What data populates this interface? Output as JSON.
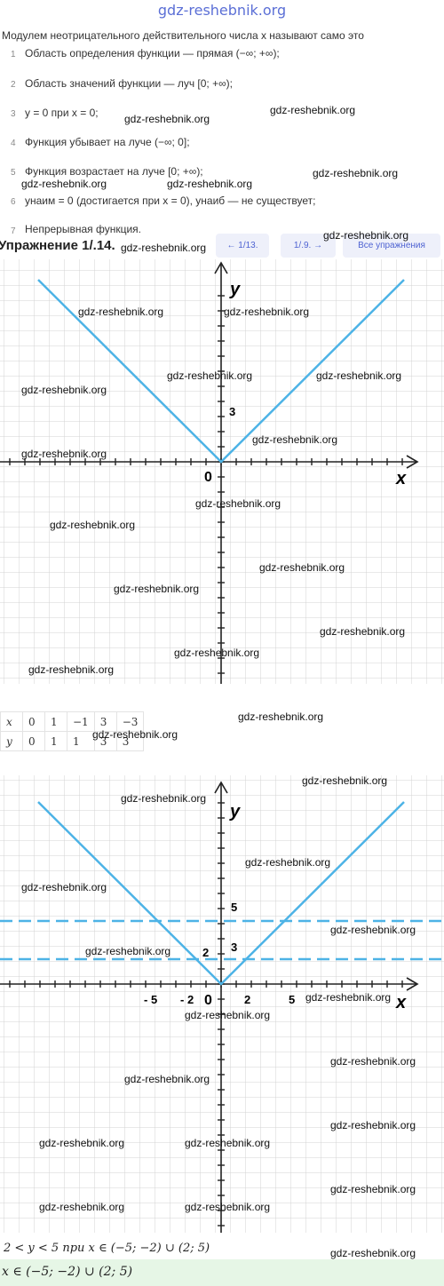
{
  "site": "gdz-reshebnik.org",
  "intro_text": "Модулем неотрицательного действительного числа x называют само это",
  "properties": [
    {
      "num": "1",
      "text": "Область определения функции — прямая (−∞; +∞);"
    },
    {
      "num": "2",
      "text": "Область значений функции — луч [0; +∞);"
    },
    {
      "num": "3",
      "text": "y = 0 при x = 0;"
    },
    {
      "num": "4",
      "text": "Функция убывает на луче (−∞; 0];"
    },
    {
      "num": "5",
      "text": "Функция возрастает на луче [0; +∞);"
    },
    {
      "num": "6",
      "text": "yнаим = 0 (достигается при x = 0), yнаиб — не существует;"
    },
    {
      "num": "7",
      "text": "Непрерывная функция."
    }
  ],
  "exercise": {
    "title": "Упражнение 1/.14.",
    "prev_button": "←  1/13.",
    "next_button": "1/.9.  →",
    "all_button": "Все упражнения"
  },
  "graph1": {
    "x_label": "x",
    "y_label": "y",
    "origin": "0",
    "tick_label": "3",
    "line_color": "#4db3e6"
  },
  "table": {
    "row_x": [
      "x",
      "0",
      "1",
      "−1",
      "3",
      "−3"
    ],
    "row_y": [
      "y",
      "0",
      "1",
      "1",
      "3",
      "3"
    ]
  },
  "graph2": {
    "x_label": "x",
    "y_label": "y",
    "origin": "0",
    "x_ticks": [
      "- 5",
      "- 2",
      "2",
      "5"
    ],
    "y_ticks": [
      "5",
      "3",
      "2"
    ],
    "line_color": "#4db3e6"
  },
  "answer_line": "2  <  y  <  5 при x ∈ (−5; −2) ∪ (2; 5)",
  "answer_final": "x ∈ (−5; −2) ∪ (2; 5)",
  "watermarks": [
    "gdz-reshebnik.org"
  ]
}
